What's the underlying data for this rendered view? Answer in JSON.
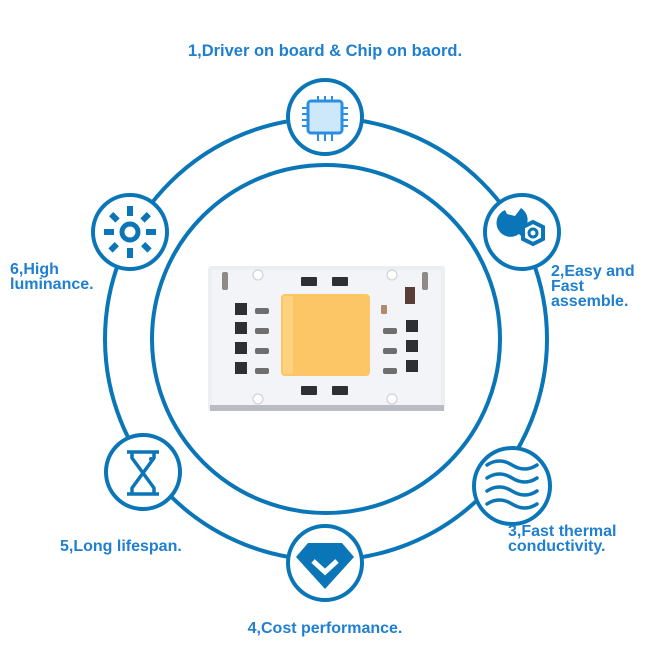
{
  "colors": {
    "ring": "#0a76b7",
    "text": "#1f7fd0",
    "chip_fill": "#cde8fb",
    "icon_fill": "#0a76b7",
    "pcb": "#eef0f3",
    "cob": "#fcc565"
  },
  "features": [
    {
      "lines": [
        "1,Driver on board & Chip on baord."
      ],
      "icon": "chip-icon"
    },
    {
      "lines": [
        "2,Easy and",
        "Fast",
        "assemble."
      ],
      "icon": "wrench-nut-icon"
    },
    {
      "lines": [
        "3,Fast thermal",
        "conductivity."
      ],
      "icon": "waves-icon"
    },
    {
      "lines": [
        "4,Cost performance."
      ],
      "icon": "diamond-check-icon"
    },
    {
      "lines": [
        "5,Long lifespan."
      ],
      "icon": "hourglass-icon"
    },
    {
      "lines": [
        "6,High",
        "luminance."
      ],
      "icon": "sun-icon"
    }
  ],
  "product": {
    "icon": "cob-led-board-image"
  }
}
